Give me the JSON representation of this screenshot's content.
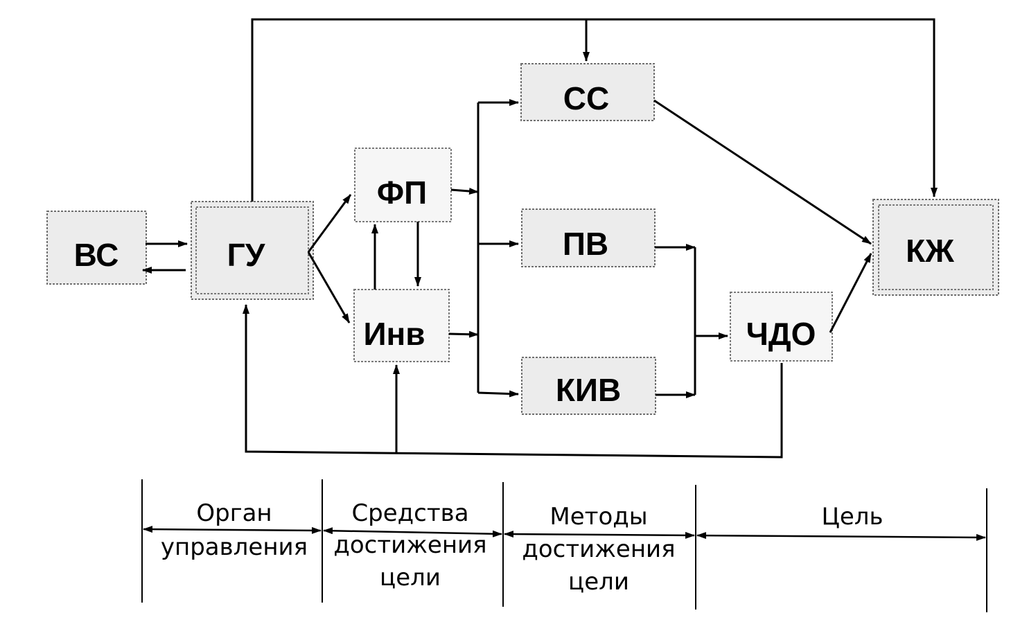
{
  "nodes": {
    "vs": "ВС",
    "gu": "ГУ",
    "fp": "ФП",
    "inv": "Инв",
    "ss": "СС",
    "pv": "ПВ",
    "kiv": "КИВ",
    "chdo": "ЧДО",
    "kzh": "КЖ"
  },
  "legend": {
    "organ": [
      "Орган",
      "управления"
    ],
    "means": [
      "Средства",
      "достижения",
      "цели"
    ],
    "methods": [
      "Методы",
      "достижения",
      "цели"
    ],
    "goal": [
      "Цель"
    ]
  }
}
